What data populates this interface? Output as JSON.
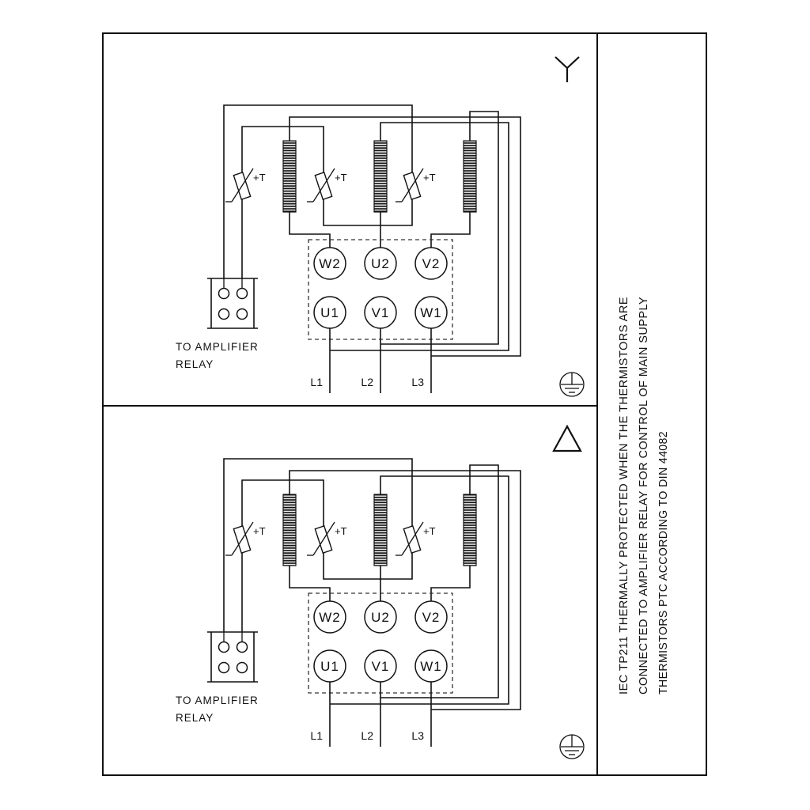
{
  "diagram": {
    "colors": {
      "line": "#111111",
      "background": "#ffffff"
    },
    "side_note": {
      "line1": "IEC TP211 THERMALLY PROTECTED WHEN THE THERMISTORS ARE",
      "line2": "CONNECTED TO AMPLIFIER RELAY FOR CONTROL OF MAIN SUPPLY",
      "line3": "THERMISTORS PTC ACCORDING TO DIN 44082"
    },
    "panels": {
      "star": {
        "connection_symbol": "star-icon",
        "ground_symbol": "earth-ground-icon",
        "thermistor_labels": [
          "+T",
          "+T",
          "+T"
        ],
        "terminals_top": [
          "W2",
          "U2",
          "V2"
        ],
        "terminals_bottom": [
          "U1",
          "V1",
          "W1"
        ],
        "relay_caption": [
          "TO AMPLIFIER",
          "RELAY"
        ],
        "mains_labels": [
          "L1",
          "L2",
          "L3"
        ]
      },
      "delta": {
        "connection_symbol": "delta-icon",
        "ground_symbol": "earth-ground-icon",
        "thermistor_labels": [
          "+T",
          "+T",
          "+T"
        ],
        "terminals_top": [
          "W2",
          "U2",
          "V2"
        ],
        "terminals_bottom": [
          "U1",
          "V1",
          "W1"
        ],
        "relay_caption": [
          "TO AMPLIFIER",
          "RELAY"
        ],
        "mains_labels": [
          "L1",
          "L2",
          "L3"
        ]
      }
    }
  }
}
